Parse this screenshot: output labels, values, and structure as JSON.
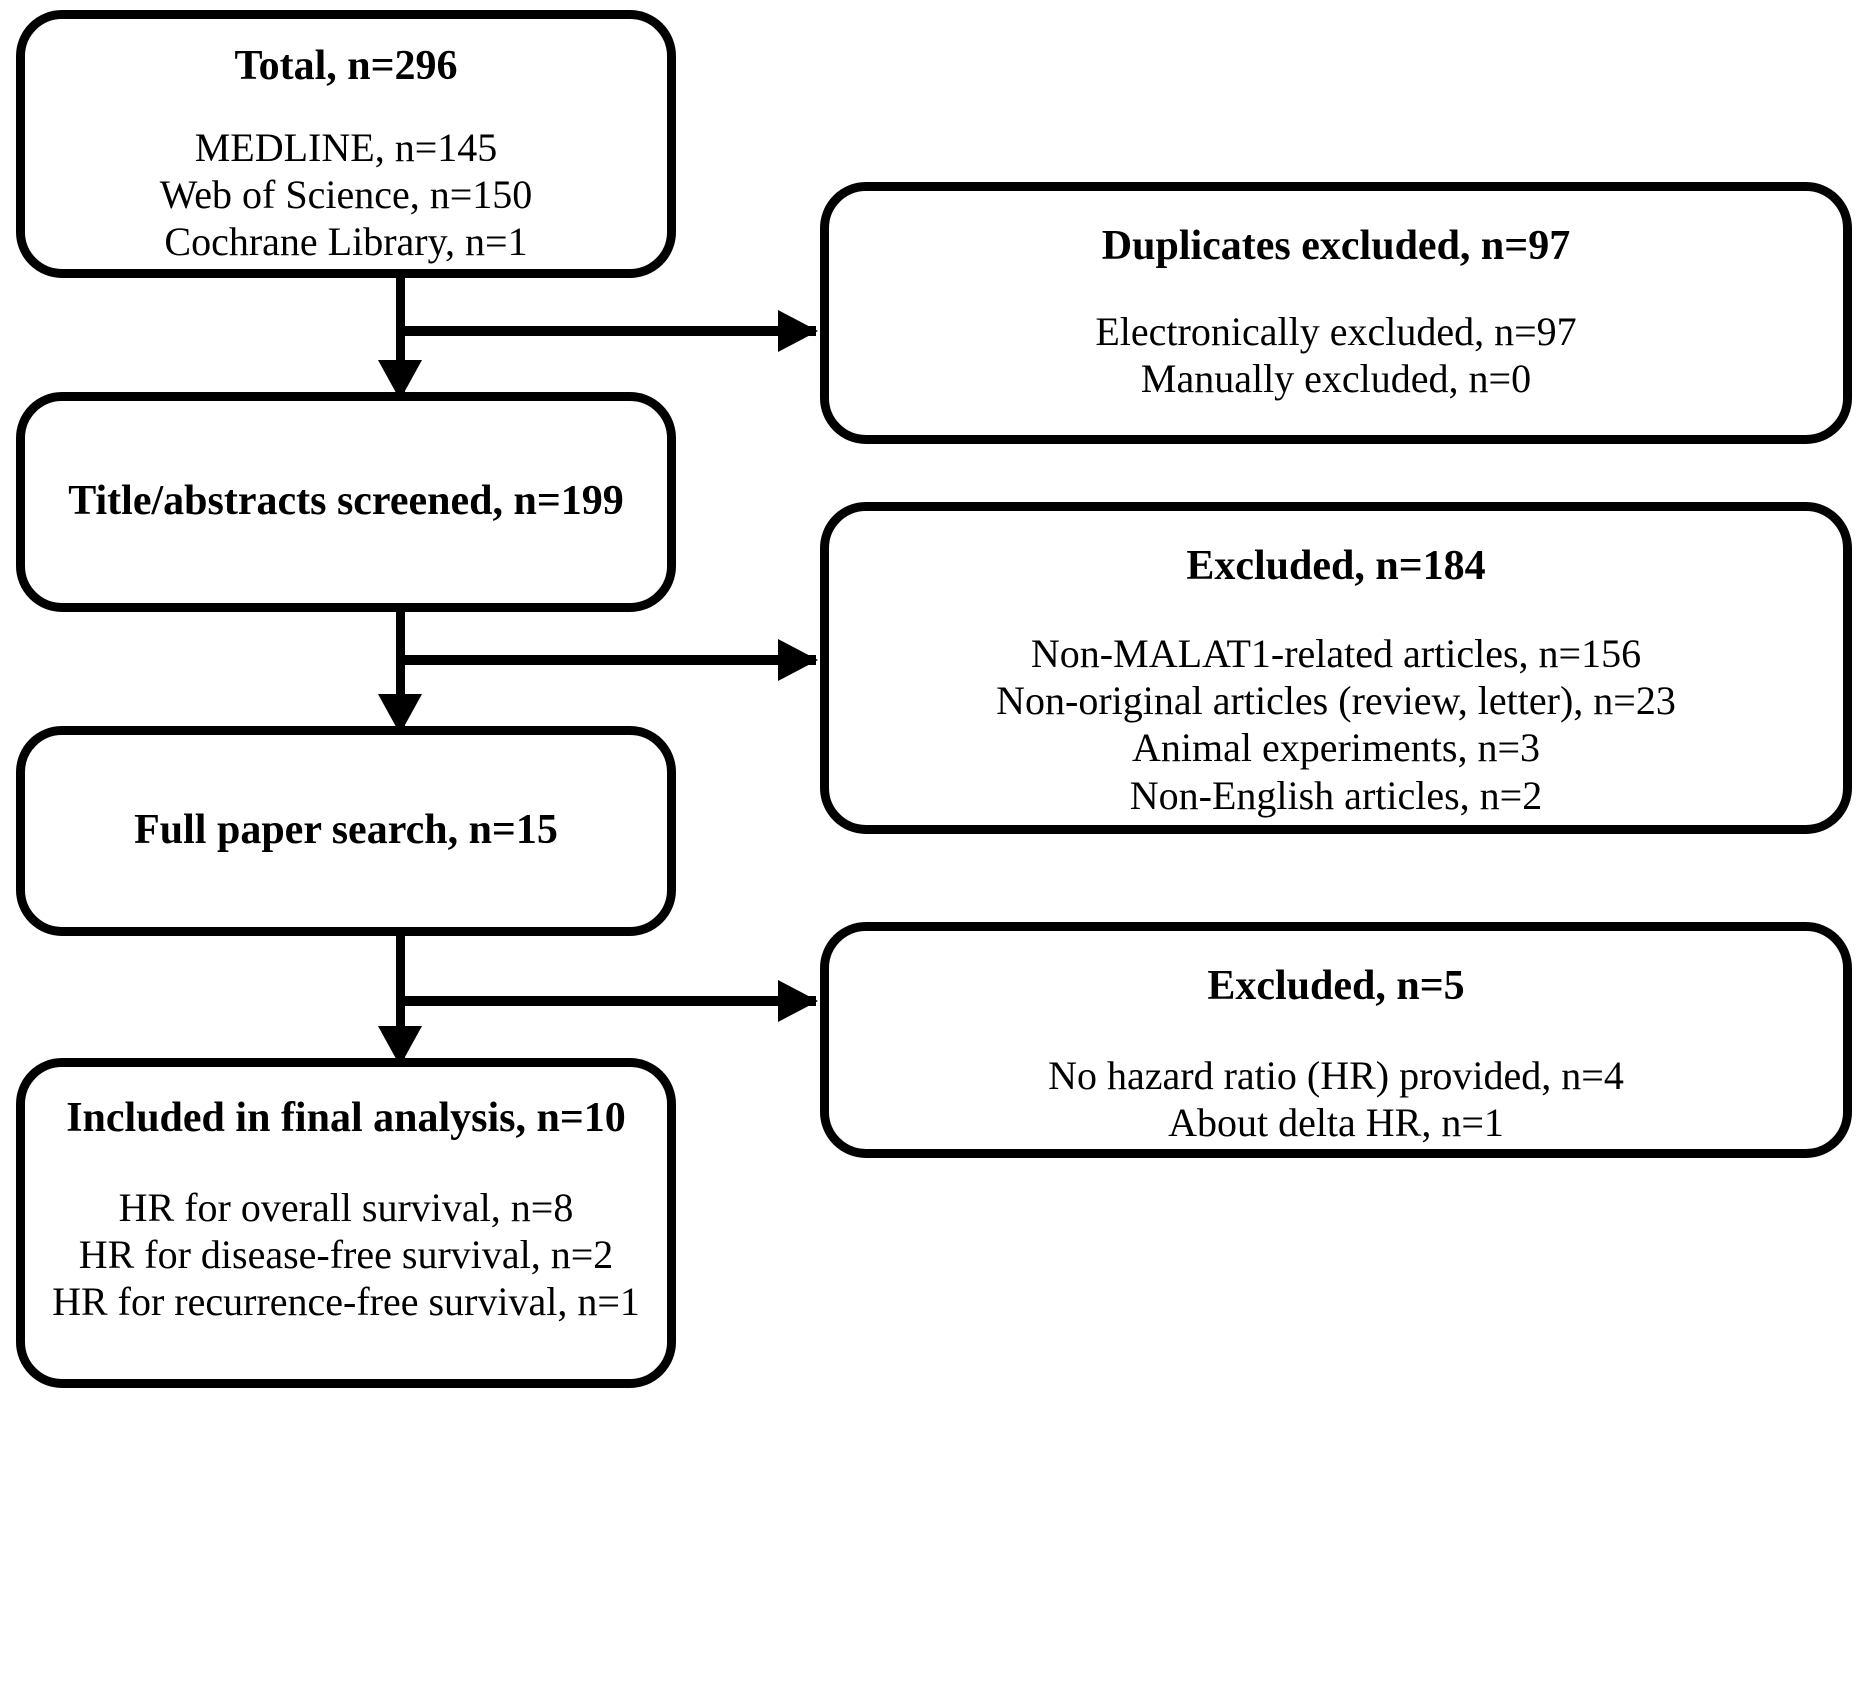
{
  "diagram": {
    "type": "prisma-flow-diagram",
    "orientation": "top-to-bottom",
    "line_color": "#000000",
    "background_color": "#ffffff",
    "boxes": {
      "total": {
        "title": "Total, n=296",
        "lines": [
          "MEDLINE, n=145",
          "Web of Science, n=150",
          "Cochrane Library, n=1"
        ]
      },
      "duplicates_excluded": {
        "title": "Duplicates  excluded, n=97",
        "lines": [
          "Electronically excluded, n=97",
          "Manually excluded, n=0"
        ]
      },
      "screened": {
        "title": "Title/abstracts screened, n=199",
        "lines": []
      },
      "excluded_184": {
        "title": "Excluded, n=184",
        "lines": [
          "Non-MALAT1-related articles, n=156",
          "Non-original articles (review, letter), n=23",
          "Animal experiments, n=3",
          "Non-English articles, n=2"
        ]
      },
      "full_paper_search": {
        "title": "Full paper search, n=15",
        "lines": []
      },
      "excluded_5": {
        "title": "Excluded, n=5",
        "lines": [
          "No hazard ratio (HR) provided, n=4",
          "About delta HR, n=1"
        ]
      },
      "included_final": {
        "title": "Included in final analysis, n=10",
        "lines": [
          "HR for overall survival, n=8",
          "HR for disease-free survival, n=2",
          "HR for recurrence-free survival, n=1"
        ]
      }
    }
  }
}
